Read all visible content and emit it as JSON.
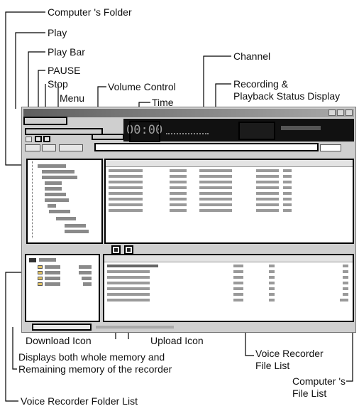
{
  "labels": {
    "computers_folder": "Computer 's Folder",
    "play": "Play",
    "play_bar": "Play Bar",
    "pause": "PAUSE",
    "stop": "Stop",
    "menu": "Menu",
    "volume_control": "Volume Control",
    "time": "Time",
    "channel": "Channel",
    "recording_status_line1": "Recording &",
    "recording_status_line2": "Playback Status Display",
    "download_icon": "Download Icon",
    "upload_icon": "Upload Icon",
    "memory_line1": "Displays both whole memory and",
    "memory_line2": "Remaining memory of the recorder",
    "voice_recorder_file_list_line1": "Voice Recorder",
    "voice_recorder_file_list_line2": "File List",
    "computers_file_list_line1": "Computer 's",
    "computers_file_list_line2": "File List",
    "voice_recorder_folder_list": "Voice Recorder Folder List"
  },
  "screen": {
    "time_readout": "00:00"
  },
  "colors": {
    "lines": "#000000",
    "window_bg": "#cfcfcf",
    "display_bg": "#111111"
  }
}
